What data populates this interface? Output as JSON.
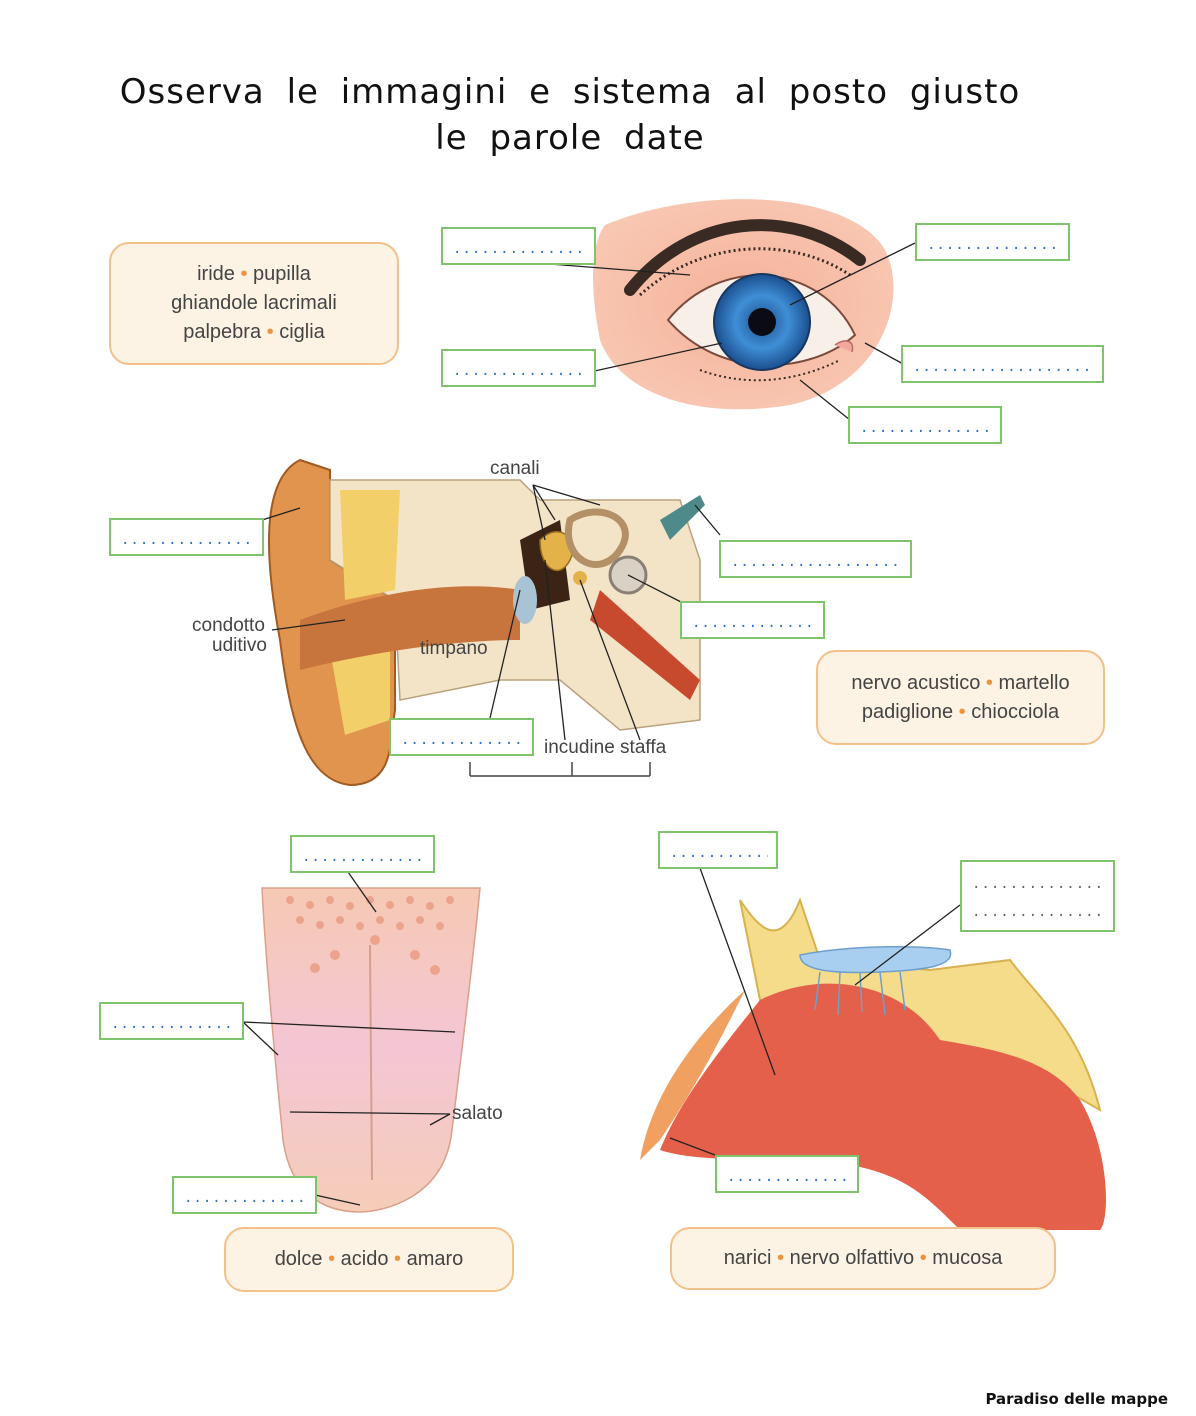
{
  "title": {
    "line1": "Osserva le immagini e sistema al posto giusto",
    "line2": "le parole date"
  },
  "eye": {
    "word_box": [
      "iride",
      "pupilla",
      "ghiandole lacrimali",
      "palpebra",
      "ciglia"
    ],
    "answers": [
      ".....................",
      ".....................",
      ".....................",
      "................................",
      "....................."
    ]
  },
  "ear": {
    "labels": {
      "canali": "canali",
      "condotto": "condotto",
      "uditivo": "uditivo",
      "timpano": "timpano",
      "incudine_staffa": "incudine staffa"
    },
    "word_box": [
      "nervo acustico",
      "martello",
      "padiglione",
      "chiocciola"
    ],
    "answers": [
      ".....................",
      "..............................",
      ".......................",
      "....................."
    ]
  },
  "tongue": {
    "labels": {
      "salato": "salato"
    },
    "word_box": [
      "dolce",
      "acido",
      "amaro"
    ],
    "answers": [
      ".....................",
      ".....................",
      "....................."
    ]
  },
  "nose": {
    "word_box": [
      "narici",
      "nervo olfattivo",
      "mucosa"
    ],
    "answers": [
      "................",
      ".........................",
      "....................",
      "...................."
    ]
  },
  "credit": "Paradiso delle mappe"
}
